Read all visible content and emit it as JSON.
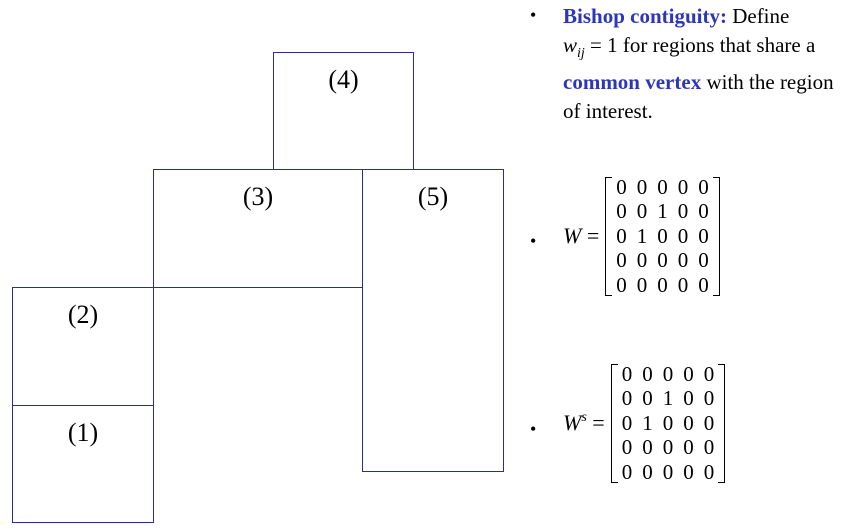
{
  "regions": {
    "r1": "(1)",
    "r2": "(2)",
    "r3": "(3)",
    "r4": "(4)",
    "r5": "(5)"
  },
  "definition": {
    "bullet": "•",
    "term": "Bishop contiguity:",
    "define": "Define",
    "w": "w",
    "w_sub": "ij",
    "eq_one": "= 1 for regions that share a",
    "emph": "common vertex",
    "rest": "with the region of interest."
  },
  "W": {
    "label": "W",
    "equals": "=",
    "rows": [
      [
        "0",
        "0",
        "0",
        "0",
        "0"
      ],
      [
        "0",
        "0",
        "1",
        "0",
        "0"
      ],
      [
        "0",
        "1",
        "0",
        "0",
        "0"
      ],
      [
        "0",
        "0",
        "0",
        "0",
        "0"
      ],
      [
        "0",
        "0",
        "0",
        "0",
        "0"
      ]
    ]
  },
  "Ws": {
    "label": "W",
    "sup": "s",
    "equals": "=",
    "rows": [
      [
        "0",
        "0",
        "0",
        "0",
        "0"
      ],
      [
        "0",
        "0",
        "1",
        "0",
        "0"
      ],
      [
        "0",
        "1",
        "0",
        "0",
        "0"
      ],
      [
        "0",
        "0",
        "0",
        "0",
        "0"
      ],
      [
        "0",
        "0",
        "0",
        "0",
        "0"
      ]
    ]
  }
}
